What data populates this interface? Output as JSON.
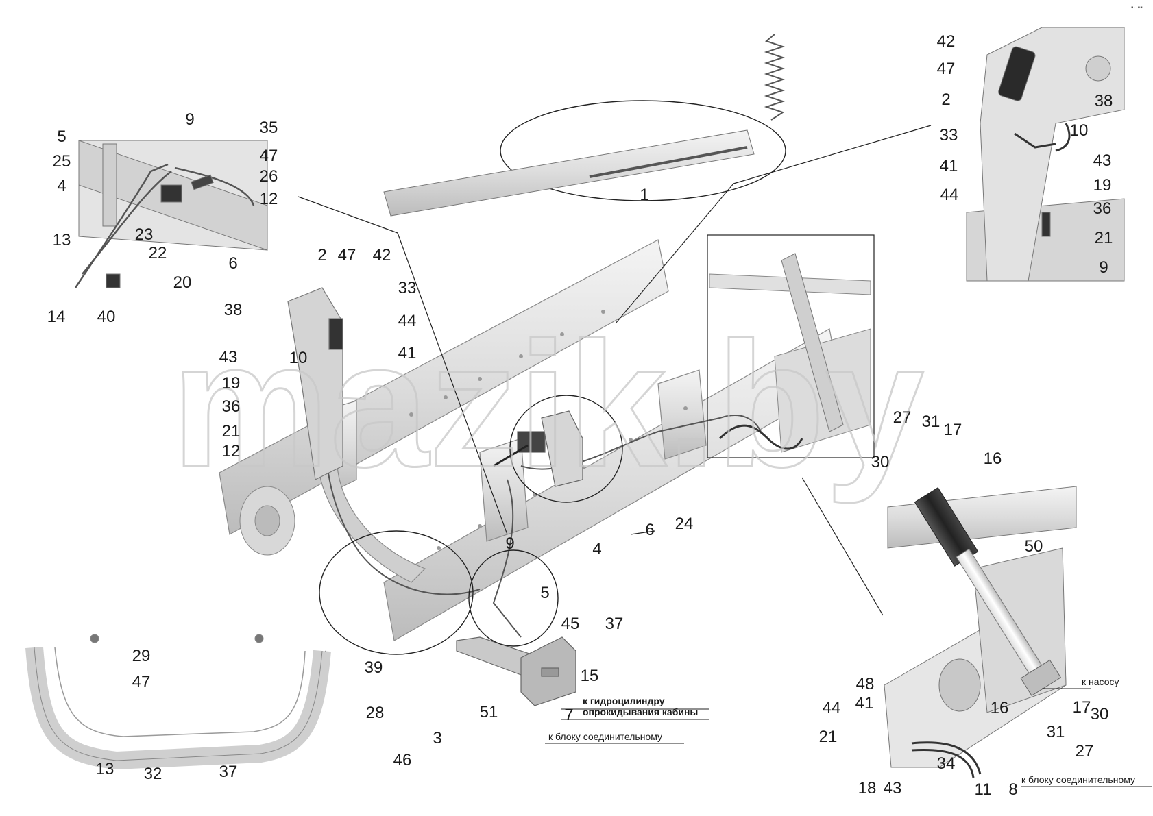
{
  "watermark": "mazik.by",
  "corner_mark": "▪· ▪▪",
  "notes": {
    "to_cylinder_line1": "к гидроцилиндру",
    "to_cylinder_line2": "опрокидывания кабины",
    "to_block_center": "к блоку соединительному",
    "to_pump": "к насосу",
    "to_block_right": "к блоку соединительному"
  },
  "callouts": [
    {
      "text": "9"
    },
    {
      "text": "35"
    },
    {
      "text": "5"
    },
    {
      "text": "47"
    },
    {
      "text": "25"
    },
    {
      "text": "26"
    },
    {
      "text": "4"
    },
    {
      "text": "12"
    },
    {
      "text": "13"
    },
    {
      "text": "23"
    },
    {
      "text": "22"
    },
    {
      "text": "6"
    },
    {
      "text": "20"
    },
    {
      "text": "14"
    },
    {
      "text": "40"
    },
    {
      "text": "1"
    },
    {
      "text": "42"
    },
    {
      "text": "47"
    },
    {
      "text": "2"
    },
    {
      "text": "38"
    },
    {
      "text": "33"
    },
    {
      "text": "10"
    },
    {
      "text": "41"
    },
    {
      "text": "43"
    },
    {
      "text": "44"
    },
    {
      "text": "19"
    },
    {
      "text": "36"
    },
    {
      "text": "21"
    },
    {
      "text": "9"
    },
    {
      "text": "2"
    },
    {
      "text": "47"
    },
    {
      "text": "42"
    },
    {
      "text": "33"
    },
    {
      "text": "38"
    },
    {
      "text": "44"
    },
    {
      "text": "41"
    },
    {
      "text": "43"
    },
    {
      "text": "10"
    },
    {
      "text": "19"
    },
    {
      "text": "36"
    },
    {
      "text": "21"
    },
    {
      "text": "12"
    },
    {
      "text": "24"
    },
    {
      "text": "6"
    },
    {
      "text": "9"
    },
    {
      "text": "4"
    },
    {
      "text": "5"
    },
    {
      "text": "27"
    },
    {
      "text": "31"
    },
    {
      "text": "17"
    },
    {
      "text": "30"
    },
    {
      "text": "16"
    },
    {
      "text": "50"
    },
    {
      "text": "45"
    },
    {
      "text": "37"
    },
    {
      "text": "39"
    },
    {
      "text": "15"
    },
    {
      "text": "28"
    },
    {
      "text": "51"
    },
    {
      "text": "7"
    },
    {
      "text": "3"
    },
    {
      "text": "46"
    },
    {
      "text": "29"
    },
    {
      "text": "47"
    },
    {
      "text": "13"
    },
    {
      "text": "32"
    },
    {
      "text": "37"
    },
    {
      "text": "48"
    },
    {
      "text": "41"
    },
    {
      "text": "44"
    },
    {
      "text": "21"
    },
    {
      "text": "16"
    },
    {
      "text": "17"
    },
    {
      "text": "30"
    },
    {
      "text": "31"
    },
    {
      "text": "27"
    },
    {
      "text": "34"
    },
    {
      "text": "18"
    },
    {
      "text": "43"
    },
    {
      "text": "11"
    },
    {
      "text": "8"
    }
  ]
}
